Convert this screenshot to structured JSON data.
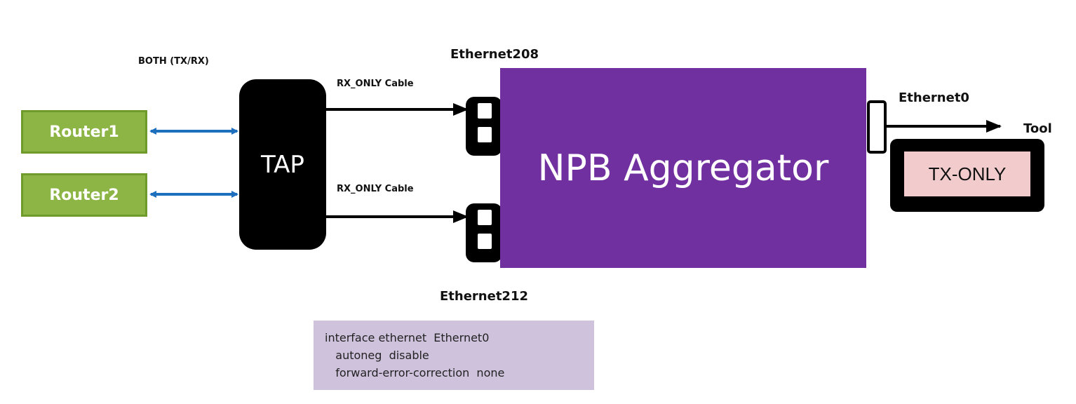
{
  "labels": {
    "both": "BOTH (TX/RX)",
    "rx_cable_top": "RX_ONLY Cable",
    "rx_cable_bottom": "RX_ONLY Cable",
    "eth208": "Ethernet208",
    "eth212": "Ethernet212",
    "eth0": "Ethernet0",
    "tool": "Tool"
  },
  "nodes": {
    "router1": "Router1",
    "router2": "Router2",
    "tap": "TAP",
    "npb": "NPB Aggregator",
    "tx_only": "TX-ONLY"
  },
  "config_lines": [
    "interface ethernet  Ethernet0",
    "   autoneg  disable",
    "   forward-error-correction  none"
  ],
  "colors": {
    "router_fill": "#8db545",
    "npb_fill": "#7130a0",
    "bidir_arrow": "#1f6fbf",
    "config_bg": "#cfc2dd",
    "tx_only_fill": "#f2cccc"
  }
}
